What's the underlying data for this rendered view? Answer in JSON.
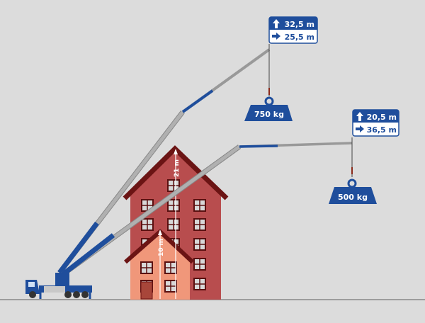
{
  "colors": {
    "background": "#dcdcdc",
    "accent": "#1f4e9c",
    "tall_building": "#b84d4e",
    "small_house": "#f0977a",
    "roof": "#6b1414",
    "boom_grey": "#a9a9a9"
  },
  "config_1": {
    "height": "32,5 m",
    "reach": "25,5 m",
    "load": "750 kg",
    "up_icon": "arrow-up-icon",
    "right_icon": "arrow-right-icon"
  },
  "config_2": {
    "height": "20,5 m",
    "reach": "36,5 m",
    "load": "500 kg",
    "up_icon": "arrow-up-icon",
    "right_icon": "arrow-right-icon"
  },
  "buildings": {
    "tall_height": "21 m",
    "small_height": "10 m"
  }
}
